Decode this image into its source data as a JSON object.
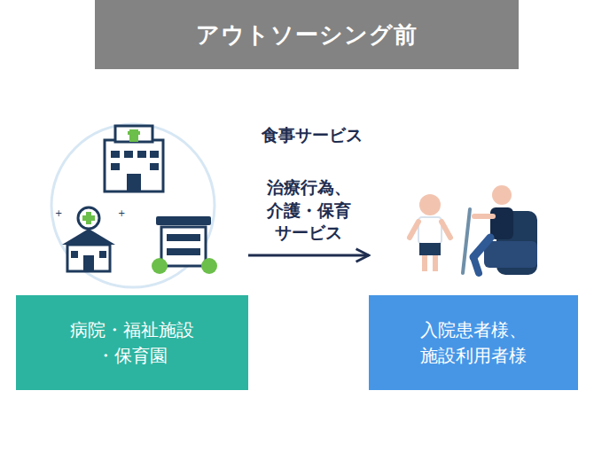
{
  "diagram": {
    "title": "アウトソーシング前",
    "nodes": [
      {
        "text": [
          "病院・福祉施設 ・保育園"
        ]
      },
      {
        "text": [
          "入院患者様、施設利用者様"
        ]
      }
    ],
    "edges": [
      {
        "from": 0,
        "to": 1,
        "arrow": "to",
        "label": "治療行為、介護・保育サービス"
      }
    ],
    "labels": [
      "食事サービス"
    ]
  }
}
